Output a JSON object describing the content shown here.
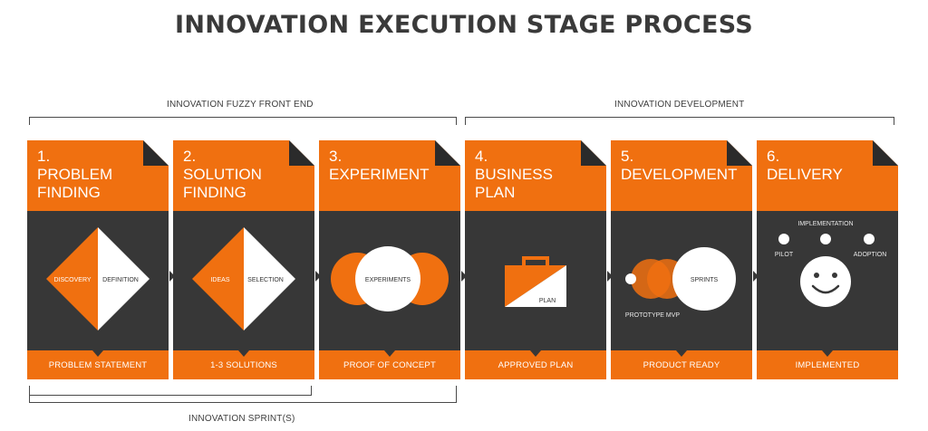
{
  "title": "INNOVATION EXECUTION STAGE PROCESS",
  "brackets": {
    "fuzzy_front_end": "INNOVATION FUZZY FRONT END",
    "development": "INNOVATION DEVELOPMENT",
    "sprints": "INNOVATION SPRINT(S)"
  },
  "colors": {
    "accent": "#f07010",
    "dark": "#373737",
    "text": "#3a3a3a"
  },
  "stages": [
    {
      "heading": "1.\nPROBLEM\nFINDING",
      "left_label": "DISCOVERY",
      "right_label": "DEFINITION",
      "output": "PROBLEM STATEMENT"
    },
    {
      "heading": "2.\nSOLUTION\nFINDING",
      "left_label": "IDEAS",
      "right_label": "SELECTION",
      "output": "1-3 SOLUTIONS"
    },
    {
      "heading": "3.\nEXPERIMENT",
      "center_label": "EXPERIMENTS",
      "output": "PROOF OF CONCEPT"
    },
    {
      "heading": "4.\nBUSINESS\nPLAN",
      "icon": "briefcase-icon",
      "icon_label": "PLAN",
      "output": "APPROVED PLAN"
    },
    {
      "heading": "5.\nDEVELOPMENT",
      "center_label": "SPRINTS",
      "sub_label": "PROTOTYPE MVP",
      "output": "PRODUCT READY"
    },
    {
      "heading": "6.\nDELIVERY",
      "labels": [
        "IMPLEMENTATION",
        "PILOT",
        "ADOPTION"
      ],
      "icon": "smiley-icon",
      "output": "IMPLEMENTED"
    }
  ]
}
